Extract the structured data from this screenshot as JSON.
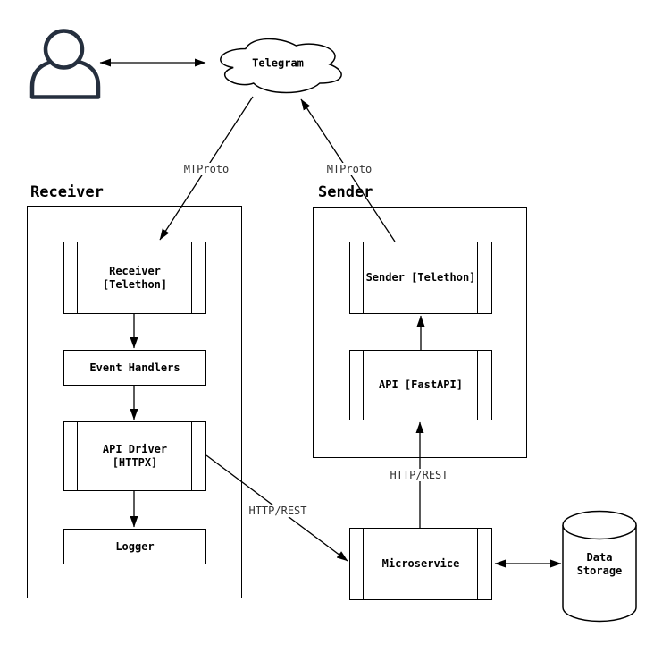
{
  "nodes": {
    "telegram": {
      "label": "Telegram"
    },
    "receiver_group": {
      "label": "Receiver"
    },
    "sender_group": {
      "label": "Sender"
    },
    "receiver_telethon": {
      "line1": "Receiver",
      "line2": "[Telethon]"
    },
    "event_handlers": {
      "label": "Event Handlers"
    },
    "api_driver": {
      "line1": "API Driver",
      "line2": "[HTTPX]"
    },
    "logger": {
      "label": "Logger"
    },
    "sender_telethon": {
      "label": "Sender [Telethon]"
    },
    "api_fastapi": {
      "label": "API [FastAPI]"
    },
    "microservice": {
      "label": "Microservice"
    },
    "data_storage": {
      "line1": "Data",
      "line2": "Storage"
    }
  },
  "edges": {
    "mtproto_left": {
      "label": "MTProto"
    },
    "mtproto_right": {
      "label": "MTProto"
    },
    "http_rest_left": {
      "label": "HTTP/REST"
    },
    "http_rest_right": {
      "label": "HTTP/REST"
    }
  },
  "icons": {
    "person": "user-icon",
    "telegram_cloud": "cloud-shape",
    "data_storage": "database-cylinder"
  },
  "colors": {
    "line": "#000000",
    "person_icon": "#252f3e",
    "edge_label_text": "#333333",
    "background": "#ffffff"
  }
}
